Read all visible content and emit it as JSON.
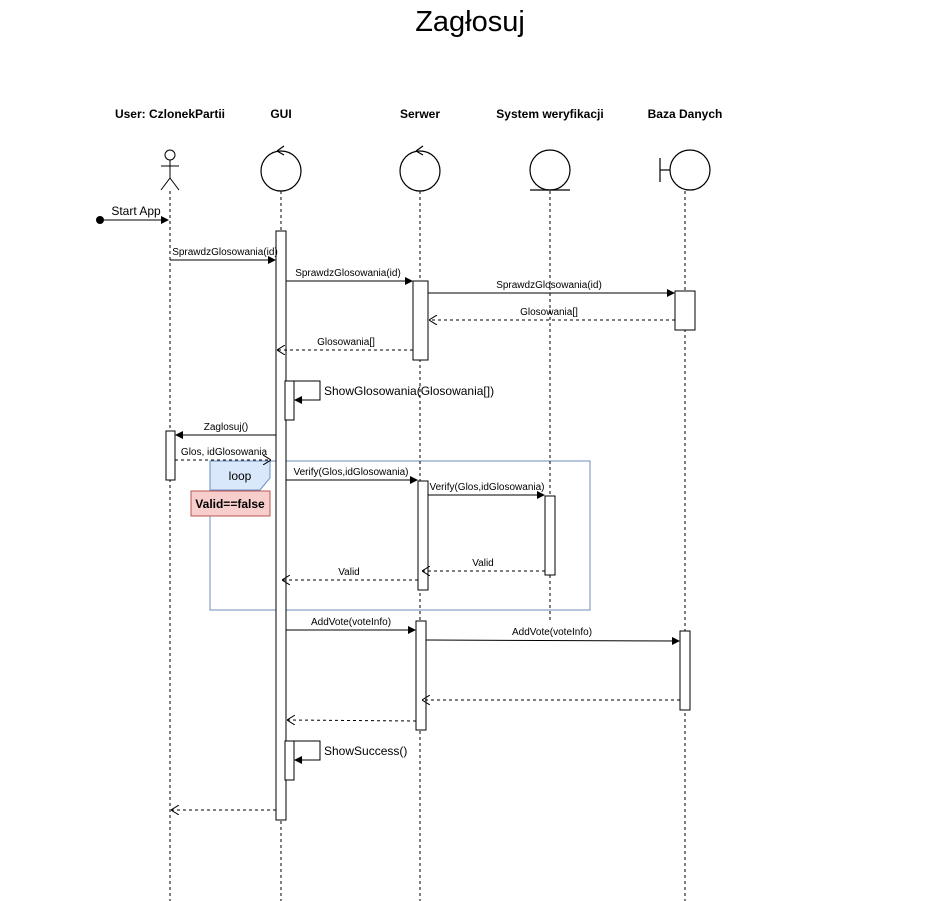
{
  "title": "Zagłosuj",
  "participants": [
    {
      "name": "User: CzlonekPartii",
      "kind": "actor"
    },
    {
      "name": "GUI",
      "kind": "control"
    },
    {
      "name": "Serwer",
      "kind": "control"
    },
    {
      "name": "System weryfikacji",
      "kind": "entity"
    },
    {
      "name": "Baza Danych",
      "kind": "boundary"
    }
  ],
  "messages": {
    "start_app": "Start App",
    "sprawdz_1": "SprawdzGlosowania(id)",
    "sprawdz_2": "SprawdzGlosowania(id)",
    "sprawdz_3": "SprawdzGlosowania(id)",
    "glosowania_ret_1": "Glosowania[]",
    "glosowania_ret_2": "Glosowania[]",
    "show_glosowania": "ShowGlosowania(Glosowania[])",
    "zaglosuj": "Zaglosuj()",
    "glos_ret": "Glos, idGlosowania",
    "verify_1": "Verify(Glos,idGlosowania)",
    "verify_2": "Verify(Glos,idGlosowania)",
    "valid_1": "Valid",
    "valid_2": "Valid",
    "addvote_1": "AddVote(voteInfo)",
    "addvote_2": "AddVote(voteInfo)",
    "show_success": "ShowSuccess()"
  },
  "loop_frame": {
    "label": "loop",
    "guard": "Valid==false",
    "label_bg": "#dae8fc",
    "label_border": "#6c8ebf",
    "guard_bg": "#f8cecc",
    "guard_border": "#b85450",
    "frame_border": "#6c8ebf"
  }
}
